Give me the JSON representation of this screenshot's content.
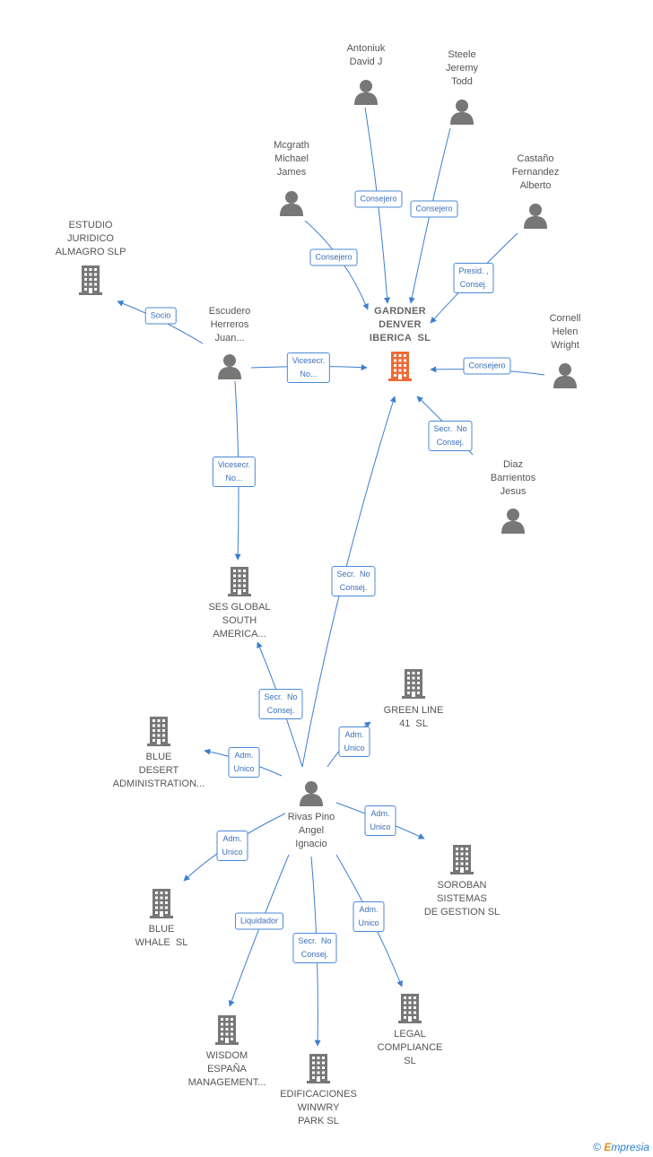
{
  "nodes": [
    {
      "id": "gardner",
      "type": "company",
      "highlight": true,
      "label": "GARDNER\nDENVER\nIBERICA  SL"
    },
    {
      "id": "antoniuk",
      "type": "person",
      "label": "Antoniuk\nDavid J"
    },
    {
      "id": "steele",
      "type": "person",
      "label": "Steele\nJeremy\nTodd"
    },
    {
      "id": "mcgrath",
      "type": "person",
      "label": "Mcgrath\nMichael\nJames"
    },
    {
      "id": "castano",
      "type": "person",
      "label": "Castaño\nFernandez\nAlberto"
    },
    {
      "id": "estudio",
      "type": "company",
      "label": "ESTUDIO\nJURIDICO\nALMAGRO SLP"
    },
    {
      "id": "escudero",
      "type": "person",
      "label": "Escudero\nHerreros\nJuan..."
    },
    {
      "id": "cornell",
      "type": "person",
      "label": "Cornell\nHelen\nWright"
    },
    {
      "id": "diaz",
      "type": "person",
      "label": "Diaz\nBarrientos\nJesus"
    },
    {
      "id": "ses",
      "type": "company",
      "label": "SES GLOBAL\nSOUTH\nAMERICA..."
    },
    {
      "id": "greenline",
      "type": "company",
      "label": "GREEN LINE\n41  SL"
    },
    {
      "id": "bluedesert",
      "type": "company",
      "label": "BLUE\nDESERT\nADMINISTRATION..."
    },
    {
      "id": "rivas",
      "type": "person",
      "label": "Rivas Pino\nAngel\nIgnacio"
    },
    {
      "id": "soroban",
      "type": "company",
      "label": "SOROBAN\nSISTEMAS\nDE GESTION SL"
    },
    {
      "id": "bluewhale",
      "type": "company",
      "label": "BLUE\nWHALE  SL"
    },
    {
      "id": "legal",
      "type": "company",
      "label": "LEGAL\nCOMPLIANCE\nSL"
    },
    {
      "id": "wisdom",
      "type": "company",
      "label": "WISDOM\nESPAÑA\nMANAGEMENT..."
    },
    {
      "id": "edificaciones",
      "type": "company",
      "label": "EDIFICACIONES\nWINWRY\nPARK SL"
    }
  ],
  "edges": [
    {
      "from": "antoniuk",
      "to": "gardner",
      "label": "Consejero"
    },
    {
      "from": "steele",
      "to": "gardner",
      "label": "Consejero"
    },
    {
      "from": "mcgrath",
      "to": "gardner",
      "label": "Consejero"
    },
    {
      "from": "castano",
      "to": "gardner",
      "label": "Presid. ,\nConsej."
    },
    {
      "from": "escudero",
      "to": "estudio",
      "label": "Socio"
    },
    {
      "from": "escudero",
      "to": "gardner",
      "label": "Vicesecr.\nNo..."
    },
    {
      "from": "cornell",
      "to": "gardner",
      "label": "Consejero"
    },
    {
      "from": "diaz",
      "to": "gardner",
      "label": "Secr.  No\nConsej."
    },
    {
      "from": "escudero",
      "to": "ses",
      "label": "Vicesecr.\nNo..."
    },
    {
      "from": "rivas",
      "to": "gardner",
      "label": "Secr.  No\nConsej."
    },
    {
      "from": "rivas",
      "to": "ses",
      "label": "Secr.  No\nConsej."
    },
    {
      "from": "rivas",
      "to": "greenline",
      "label": "Adm.\nUnico"
    },
    {
      "from": "rivas",
      "to": "bluedesert",
      "label": "Adm.\nUnico"
    },
    {
      "from": "rivas",
      "to": "soroban",
      "label": "Adm.\nUnico"
    },
    {
      "from": "rivas",
      "to": "bluewhale",
      "label": "Adm.\nUnico"
    },
    {
      "from": "rivas",
      "to": "wisdom",
      "label": "Liquidador"
    },
    {
      "from": "rivas",
      "to": "edificaciones",
      "label": "Secr.  No\nConsej."
    },
    {
      "from": "rivas",
      "to": "legal",
      "label": "Adm.\nUnico"
    }
  ],
  "colors": {
    "edge": "#3c7fd0",
    "icon": "#777777",
    "highlight": "#f06a35"
  },
  "brand": {
    "symbol": "©",
    "initial": "E",
    "rest": "mpresia"
  }
}
